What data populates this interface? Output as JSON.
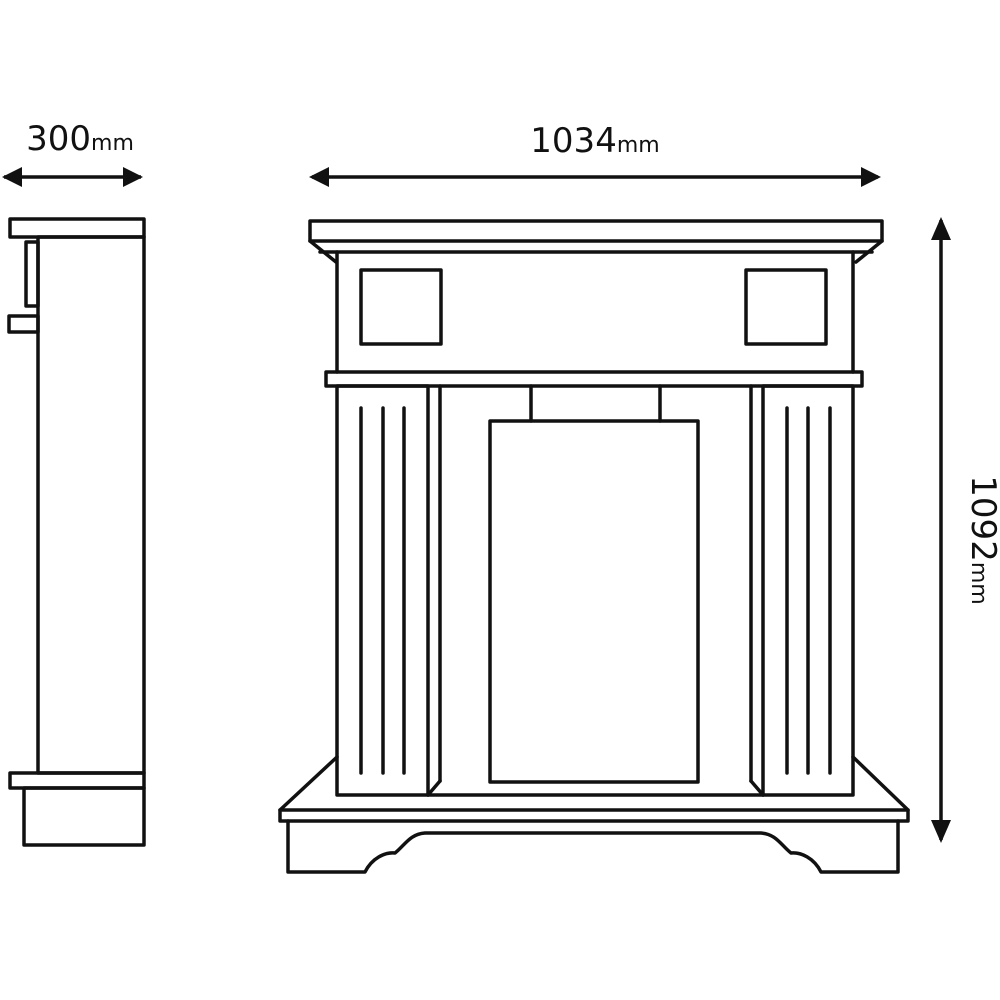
{
  "dimensions": {
    "depth": {
      "value": "300",
      "unit": "mm"
    },
    "width": {
      "value": "1034",
      "unit": "mm"
    },
    "height": {
      "value": "1092",
      "unit": "mm"
    }
  },
  "colors": {
    "line": "#111111",
    "background": "#ffffff"
  }
}
